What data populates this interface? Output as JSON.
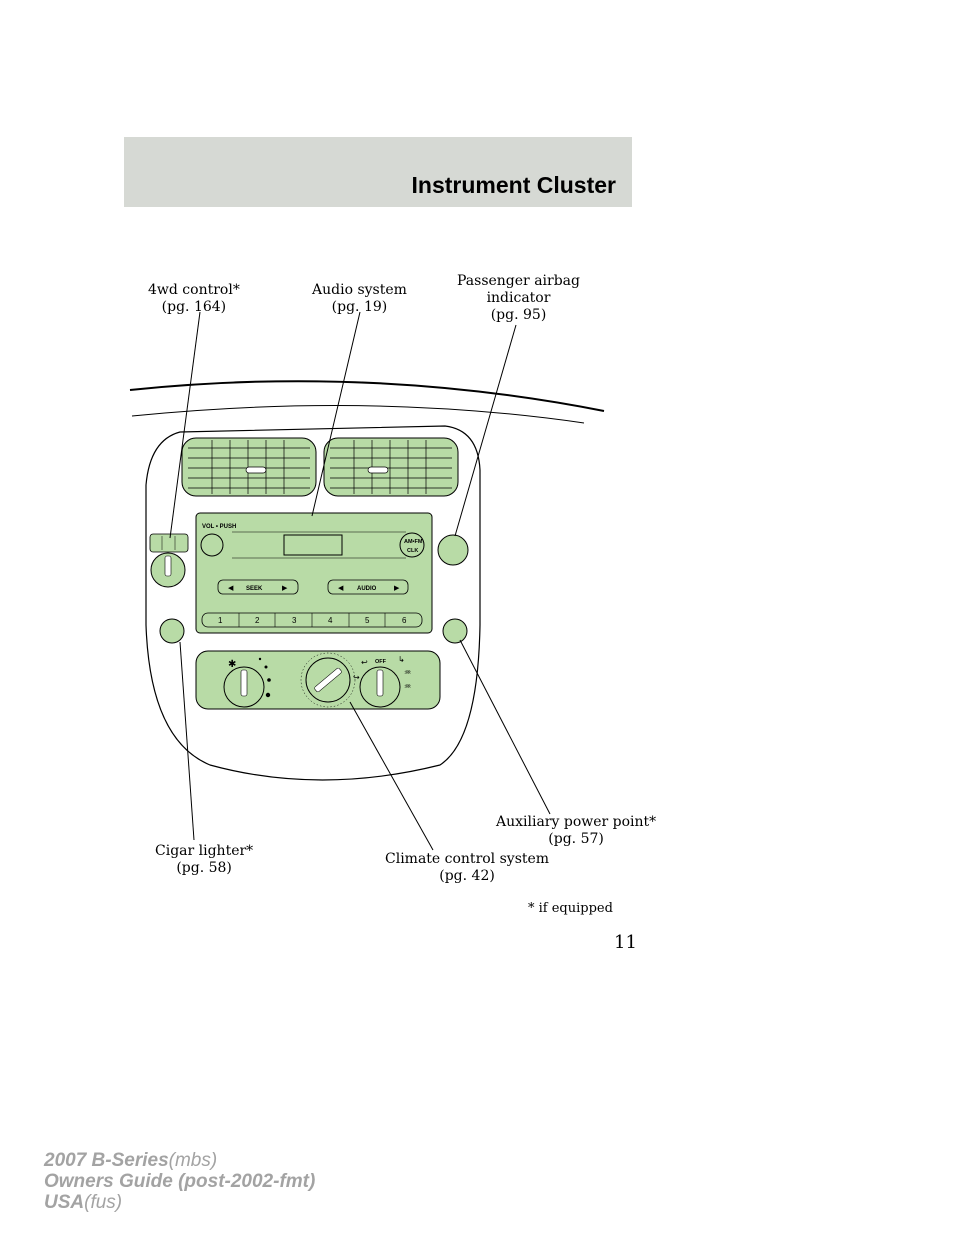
{
  "header": {
    "title": "Instrument Cluster"
  },
  "callouts": {
    "fourwd": {
      "line1": "4wd control*",
      "line2": "(pg. 164)"
    },
    "audio": {
      "line1": "Audio system",
      "line2": "(pg. 19)"
    },
    "airbag": {
      "line1": "Passenger airbag",
      "line2": "indicator",
      "line3": "(pg. 95)"
    },
    "power": {
      "line1": "Auxiliary power point*",
      "line2": "(pg. 57)"
    },
    "cigar": {
      "line1": "Cigar lighter*",
      "line2": "(pg. 58)"
    },
    "climate": {
      "line1": "Climate control system",
      "line2": "(pg. 42)"
    }
  },
  "radio": {
    "vol_label": "VOL • PUSH",
    "amfm_label": "AM•FM",
    "clk_label": "CLK",
    "seek_label": "SEEK",
    "audio_label": "AUDIO",
    "presets": [
      "1",
      "2",
      "3",
      "4",
      "5",
      "6"
    ]
  },
  "climate_panel": {
    "off_label": "OFF"
  },
  "footnote": "* if equipped",
  "page_number": "11",
  "footer": {
    "line1_bold": "2007 B-Series",
    "line1_rest": "(mbs)",
    "line2": "Owners Guide (post-2002-fmt)",
    "line3_bold": "USA",
    "line3_rest": "(fus)"
  },
  "colors": {
    "header_bg": "#d6d9d4",
    "panel_fill": "#b8dba6",
    "footer_text": "#a3a3a3"
  }
}
